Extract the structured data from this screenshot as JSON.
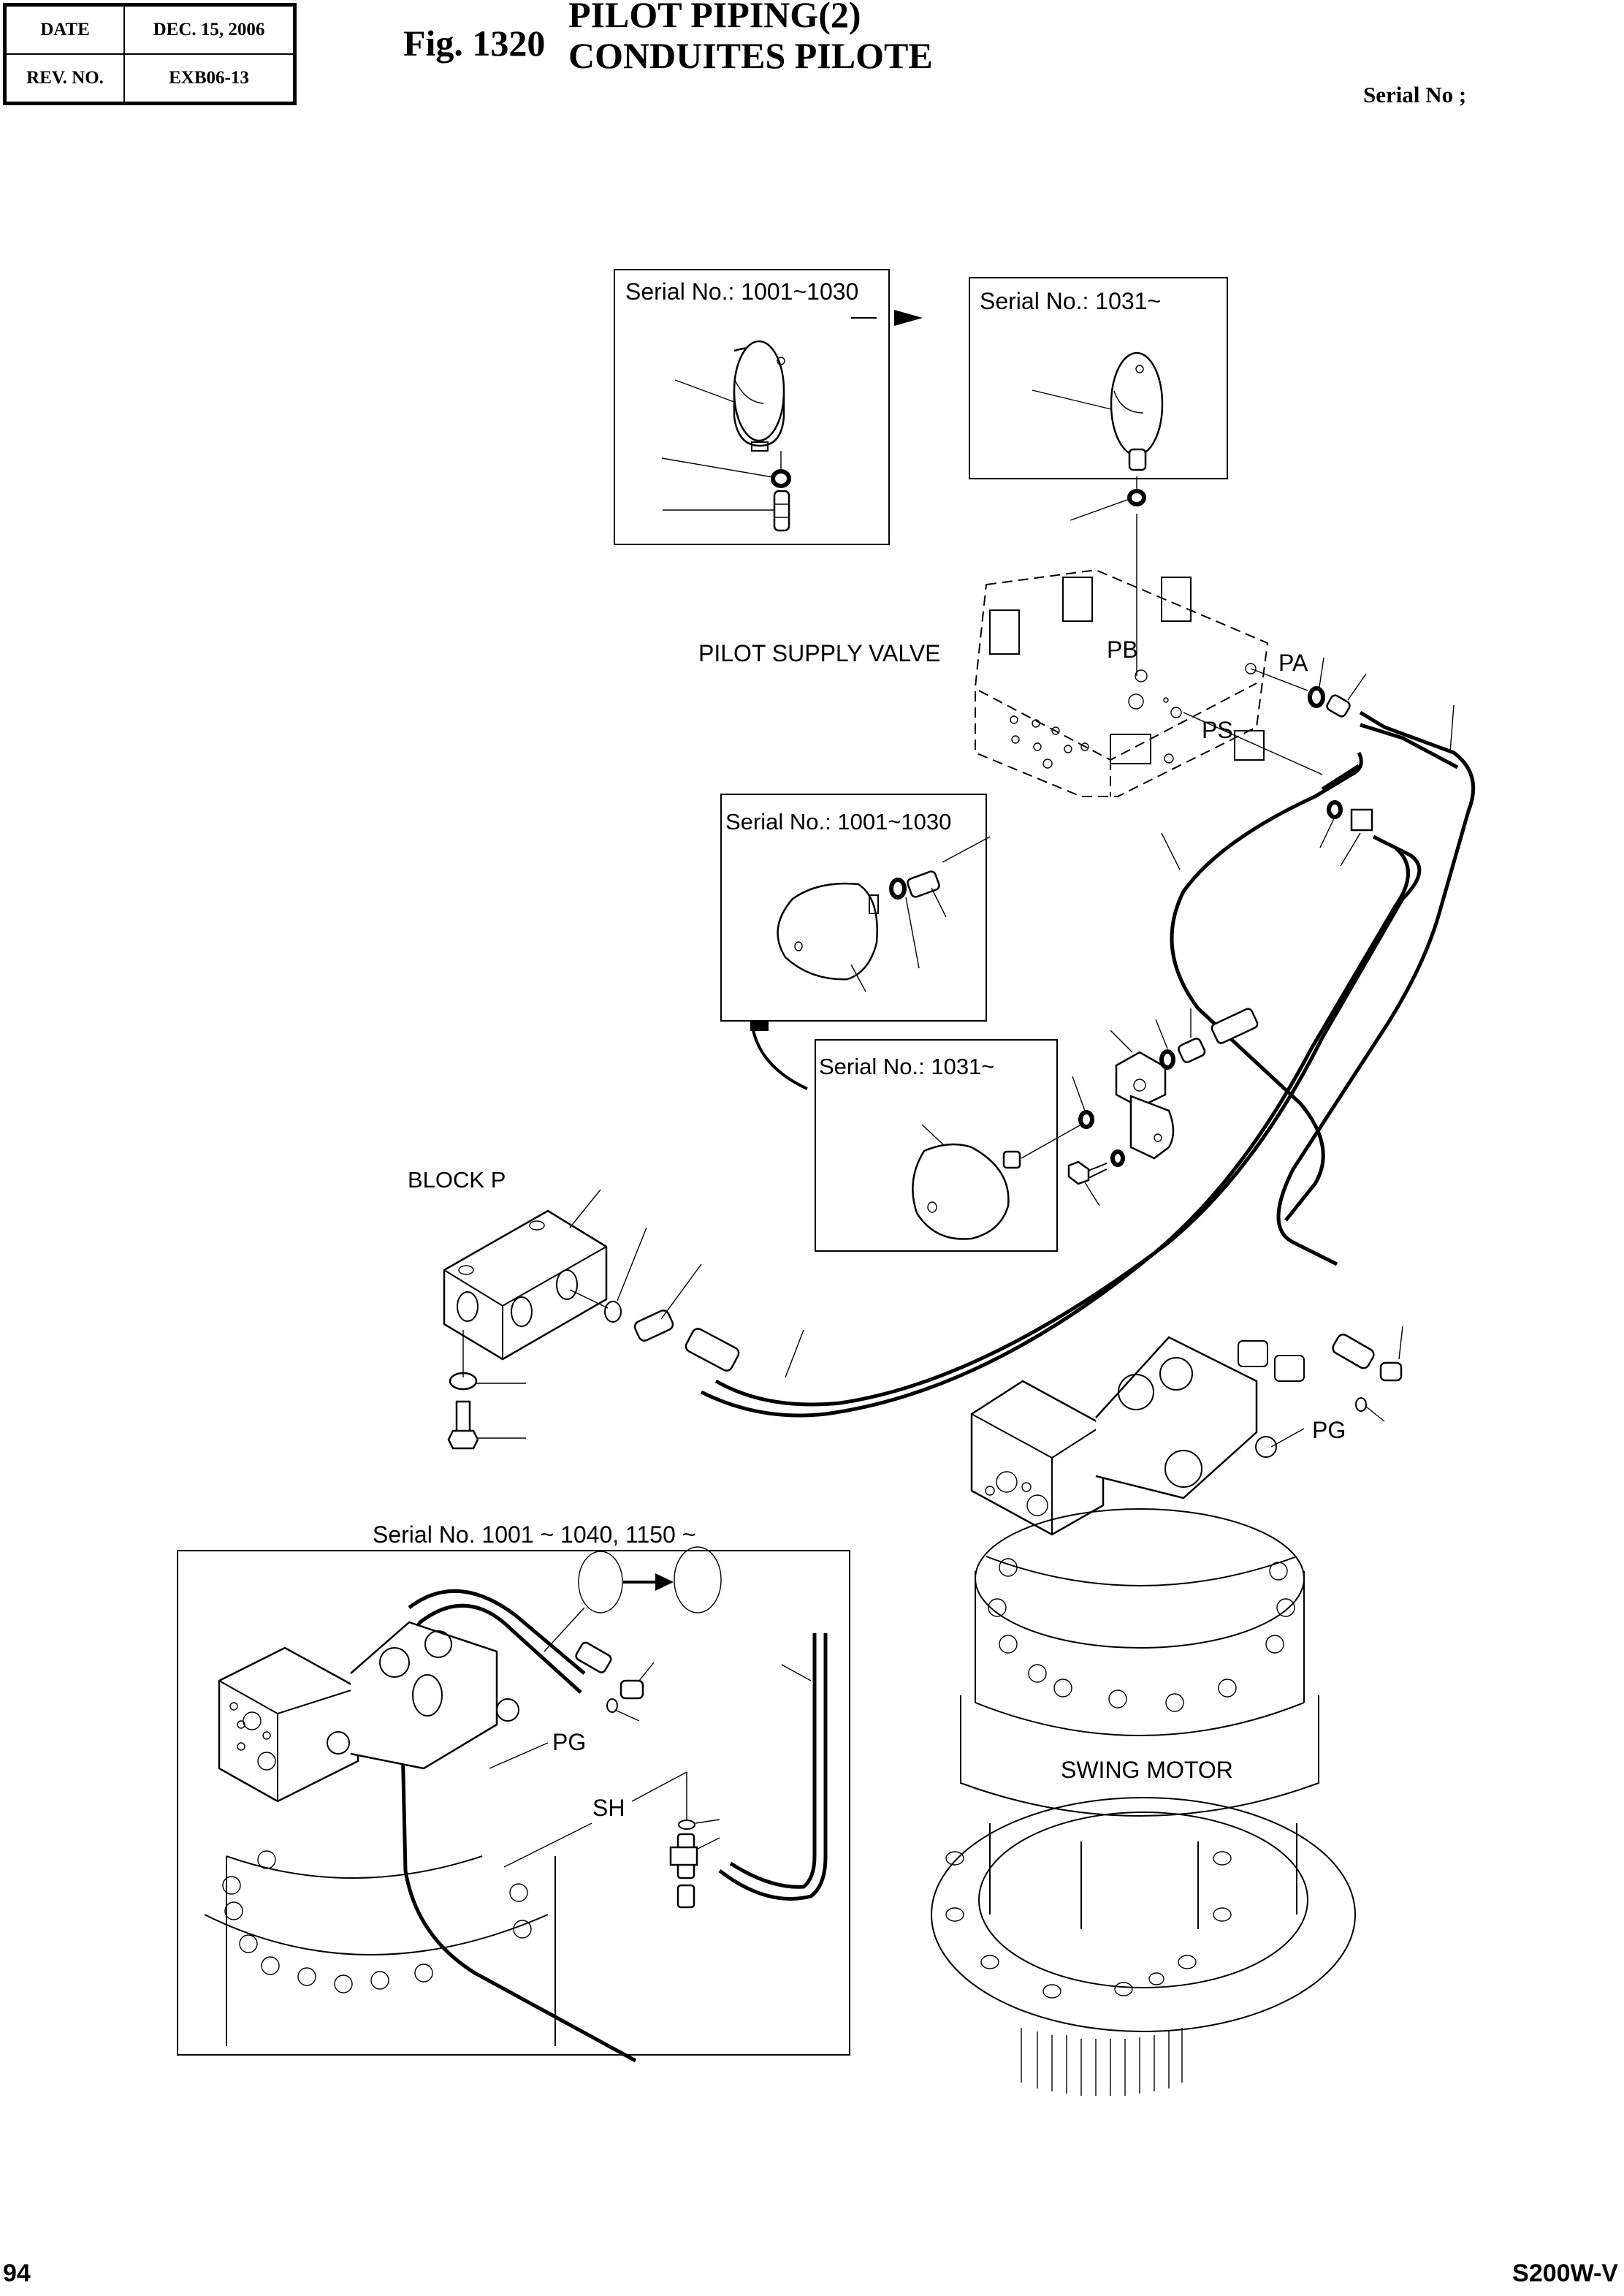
{
  "header": {
    "date_label": "DATE",
    "date_value": "DEC. 15, 2006",
    "rev_label": "REV. NO.",
    "rev_value": "EXB06-13",
    "figure_number": "Fig. 1320",
    "title_en": "PILOT PIPING(2)",
    "title_fr": "CONDUITES PILOTE",
    "serial_label": "Serial No ;"
  },
  "footer": {
    "page_number": "94",
    "model": "S200W-V"
  },
  "callouts": {
    "top_old_accumulator": "Serial No.: 1001~1030",
    "top_new_accumulator": "Serial No.: 1031~",
    "mid_old_accumulator": "Serial No.: 1001~1030",
    "mid_new_accumulator": "Serial No.: 1031~",
    "lower_inset": "Serial No. 1001 ~ 1040,  1150 ~"
  },
  "labels": {
    "pilot_supply_valve": "PILOT SUPPLY VALVE",
    "port_pb": "PB",
    "port_pa": "PA",
    "port_ps": "PS",
    "block_p": "BLOCK  P",
    "port_pg": "PG",
    "inset_port_pg": "PG",
    "inset_port_sh": "SH",
    "swing_motor": "SWING MOTOR"
  }
}
